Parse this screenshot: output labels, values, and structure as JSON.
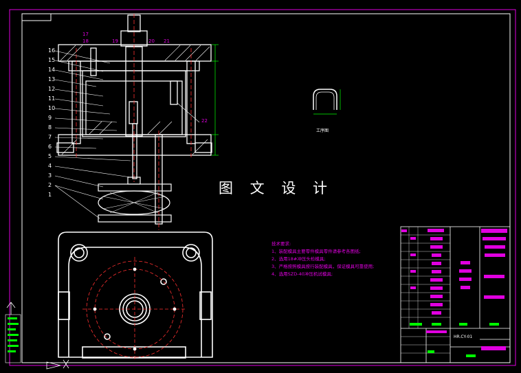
{
  "drawing": {
    "title": "图 文 设 计",
    "process_caption": "工序图",
    "title_block_code": "HR.CY-01",
    "notes_title": "技术要求:",
    "notes": [
      "1、装配模具主要零件模具零件请参考各图纸;",
      "2、选用18#冲压头检模具;",
      "3、严格按照模具按行装配模具，保证模具可靠使用;",
      "4、选用SZD-40冲压机试模具;"
    ],
    "part_numbers_left": [
      "16",
      "15",
      "14",
      "13",
      "12",
      "11",
      "10",
      "9",
      "8",
      "7",
      "6",
      "5",
      "4",
      "3",
      "2",
      "1"
    ],
    "part_numbers_top": [
      "17",
      "18",
      "19",
      "20",
      "21"
    ],
    "part_number_right": "22",
    "colors": {
      "outline": "#ffffff",
      "hidden": "#ff3030",
      "dimension": "#00ff00",
      "frame": "#e000e0"
    }
  }
}
